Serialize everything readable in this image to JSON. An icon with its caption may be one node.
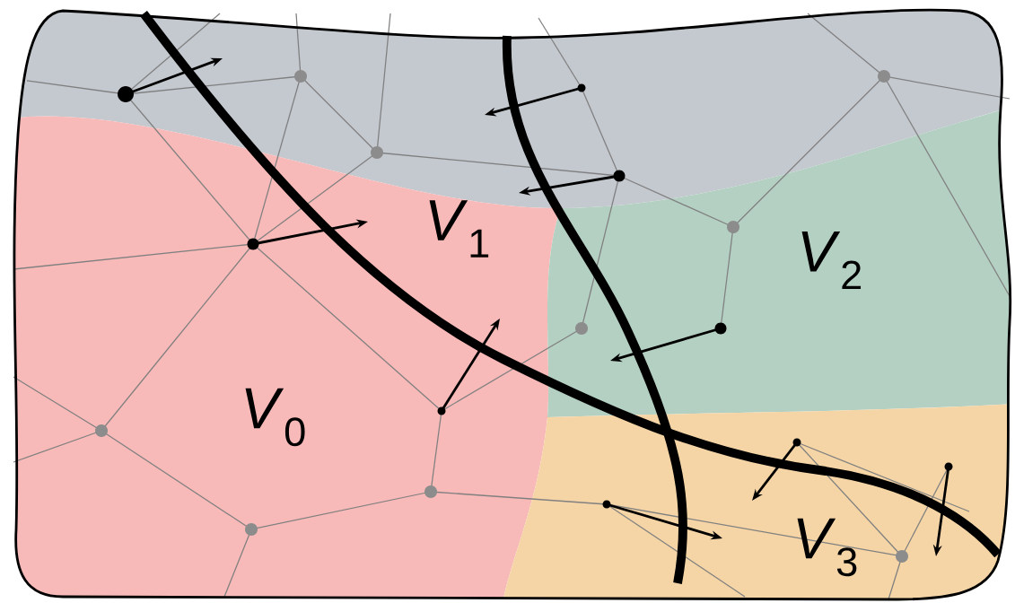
{
  "diagram": {
    "labels": [
      "*V*$_{1}$",
      "*V*$_{2}$",
      "*V*$_{0}$",
      "*V*$_{3}$"
    ]
  }
}
